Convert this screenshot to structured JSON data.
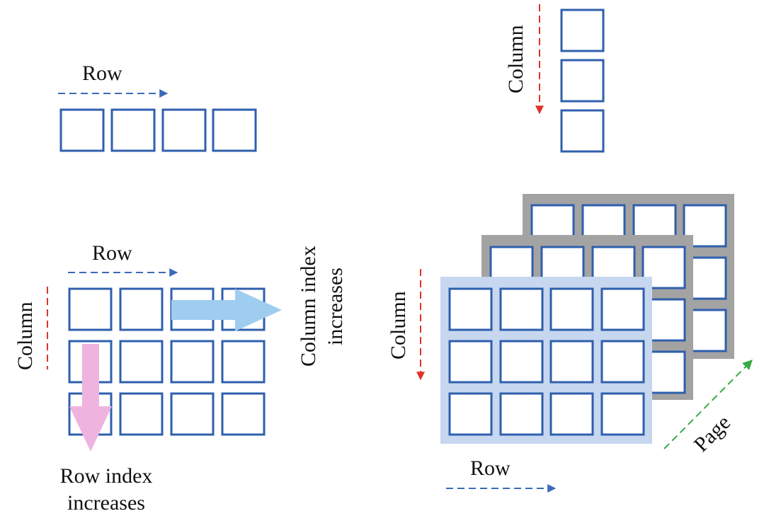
{
  "colors": {
    "cell_border": "#2f5fad",
    "row_arrow": "#3b6ab7",
    "column_arrow": "#e0322a",
    "page_arrow": "#3aaa48",
    "column_index_arrow": "#9ecdf0",
    "row_index_arrow": "#eeb4df",
    "front_page_fill": "#c6d7ef",
    "back_page_fill": "#a3a3a3"
  },
  "panels": {
    "row_vector": {
      "row_label": "Row",
      "cells": {
        "rows": 1,
        "cols": 4
      }
    },
    "column_vector": {
      "column_label": "Column",
      "cells": {
        "rows": 3,
        "cols": 1
      }
    },
    "matrix": {
      "row_label": "Row",
      "column_label": "Column",
      "column_index_label_line1": "Column index",
      "column_index_label_line2": "increases",
      "row_index_label_line1": "Row index",
      "row_index_label_line2": "increases",
      "cells": {
        "rows": 3,
        "cols": 4
      }
    },
    "array_3d": {
      "row_label": "Row",
      "column_label": "Column",
      "page_label": "Page",
      "pages": 3,
      "cells": {
        "rows": 3,
        "cols": 4
      }
    }
  }
}
